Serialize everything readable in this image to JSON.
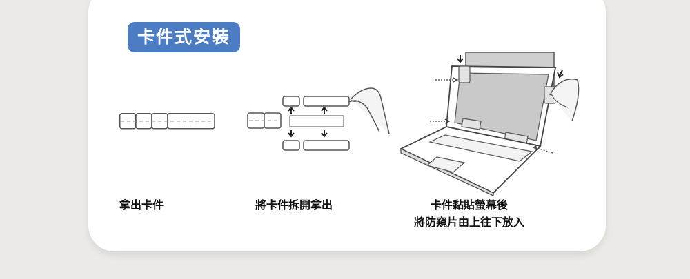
{
  "section": {
    "title": "卡件式安裝"
  },
  "steps": [
    {
      "caption": "拿出卡件"
    },
    {
      "caption": "將卡件拆開拿出"
    },
    {
      "caption_line1": "卡件黏貼螢幕後",
      "caption_line2": "將防窺片由上往下放入"
    }
  ],
  "colors": {
    "background": "#ebeae7",
    "card": "#ffffff",
    "title_pill": "#4b7cc4",
    "title_text": "#ffffff",
    "caption_text": "#111111"
  }
}
